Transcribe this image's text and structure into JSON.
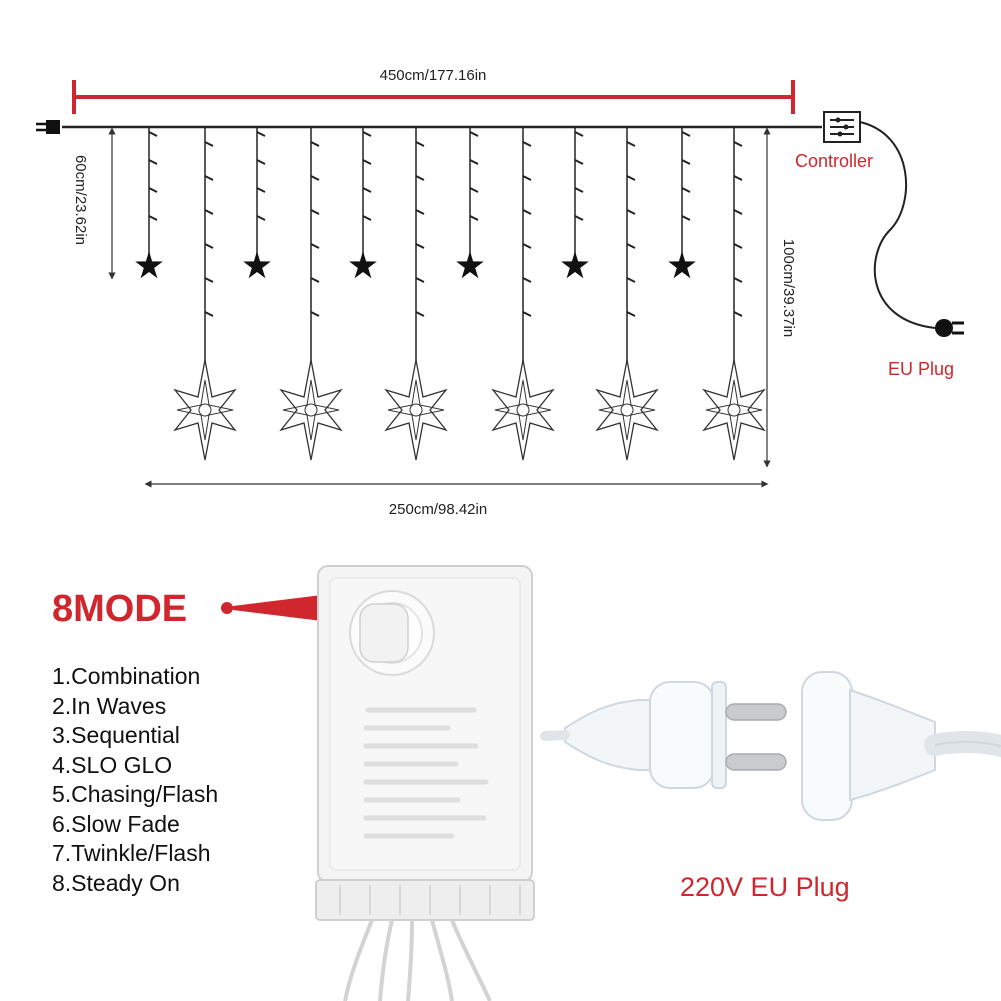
{
  "top": {
    "width_label": "450cm/177.16in",
    "short_drop_label": "60cm/23.62in",
    "long_drop_label": "100cm/39.37in",
    "bottom_width_label": "250cm/98.42in",
    "controller_label": "Controller",
    "plug_label": "EU Plug"
  },
  "modes": {
    "title": "8MODE",
    "items": [
      "1.Combination",
      "2.In Waves",
      "3.Sequential",
      "4.SLO GLO",
      "5.Chasing/Flash",
      "6.Slow Fade",
      "7.Twinkle/Flash",
      "8.Steady On"
    ]
  },
  "plug": {
    "caption": "220V EU Plug"
  },
  "colors": {
    "accent_red": "#d0262d",
    "line_dark": "#222222"
  }
}
